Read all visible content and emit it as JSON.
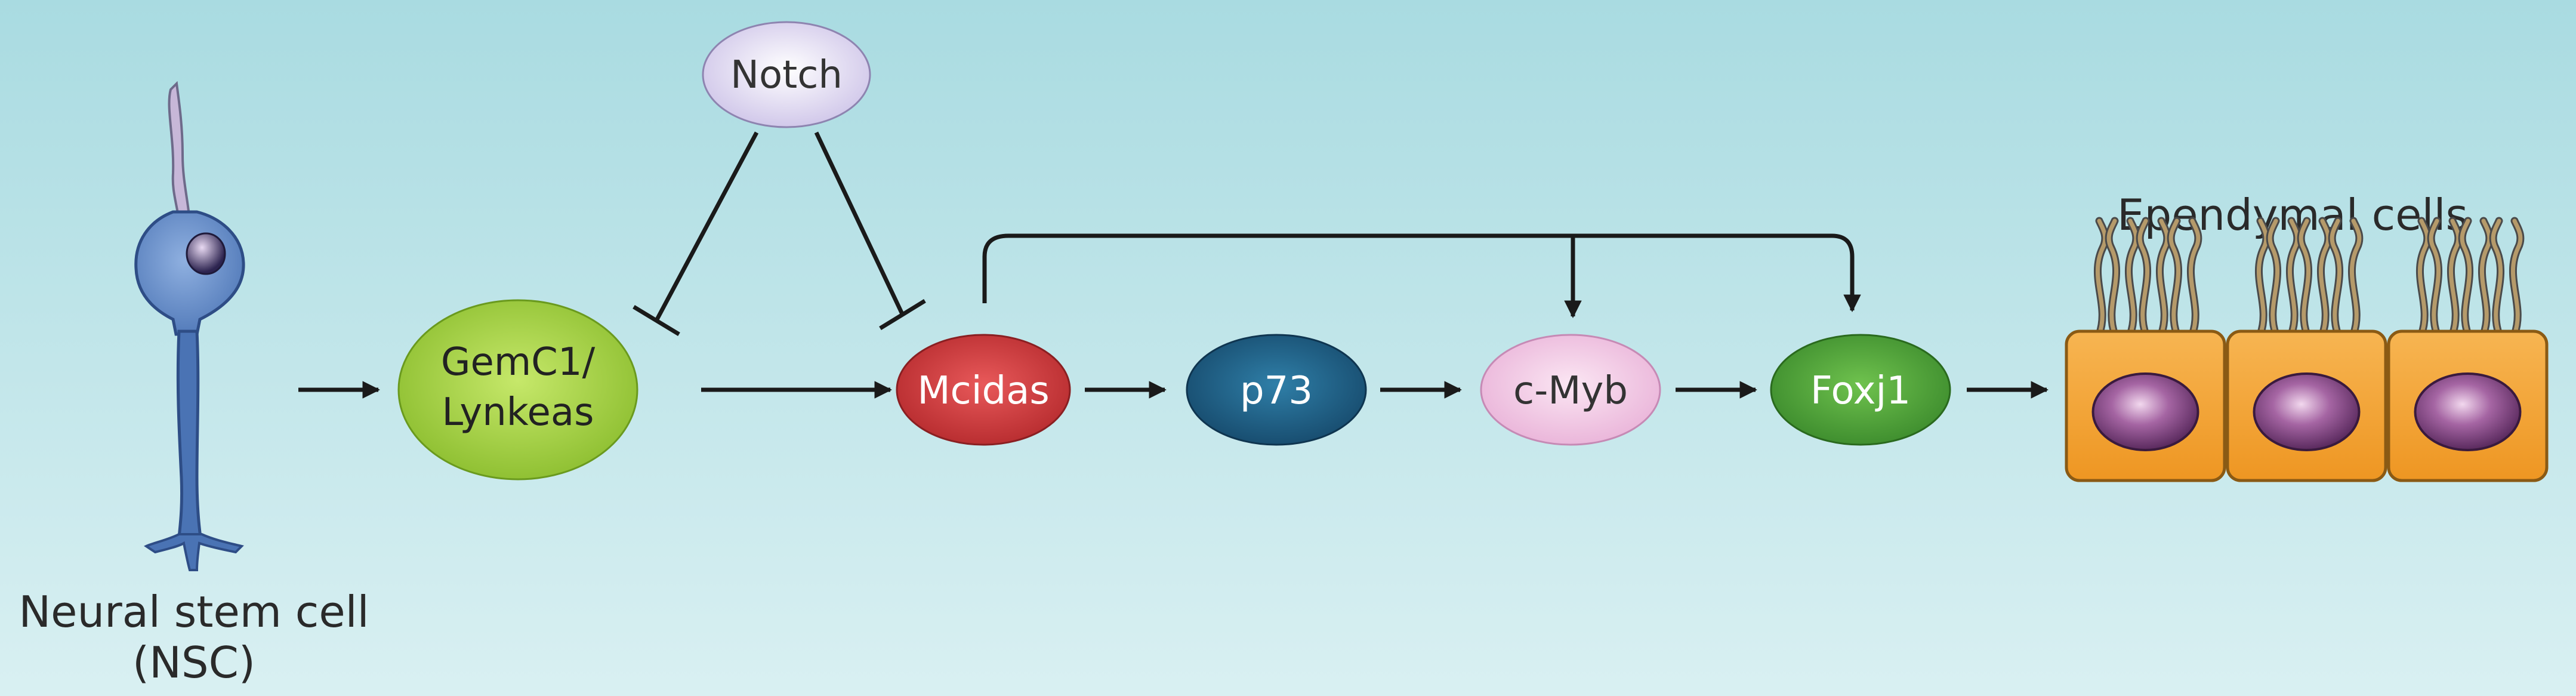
{
  "labels": {
    "nsc_line1": "Neural stem cell",
    "nsc_line2": "(NSC)",
    "ependymal": "Ependymal cells"
  },
  "nodes": {
    "notch": "Notch",
    "gemc1_line1": "GemC1/",
    "gemc1_line2": "Lynkeas",
    "mcidas": "Mcidas",
    "p73": "p73",
    "cmyb": "c-Myb",
    "foxj1": "Foxj1"
  },
  "colors": {
    "background_top": "#a9dbe1",
    "background_bottom": "#d9f0f2",
    "nsc_cell": "#5b83c2",
    "notch": "#cdc3e8",
    "gemc1": "#9acb3c",
    "mcidas": "#c8383a",
    "p73": "#1f5f86",
    "cmyb": "#efc3e2",
    "foxj1": "#4e9e3a",
    "ependymal_cell": "#f4a83a",
    "nucleus": "#8a4a88",
    "cilia": "#b59a6a"
  }
}
